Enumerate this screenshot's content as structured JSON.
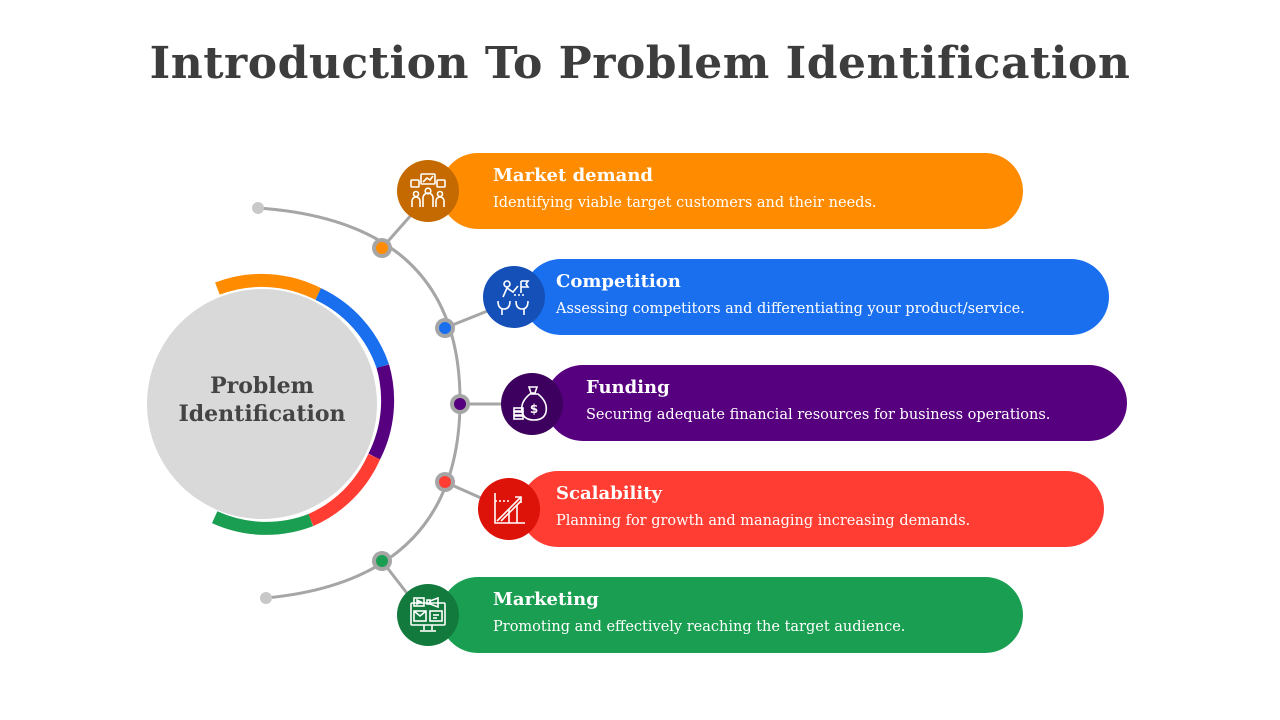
{
  "title": "Introduction To Problem Identification",
  "center": {
    "line1": "Problem",
    "line2": "Identification"
  },
  "items": [
    {
      "title": "Market demand",
      "description": "Identifying viable target customers and their needs.",
      "color": "#FF8C00",
      "icon_color": "#C46A00",
      "icon": "team-analytics-icon"
    },
    {
      "title": "Competition",
      "description": "Assessing competitors and differentiating your product/service.",
      "color": "#1A6FEF",
      "icon_color": "#1450B8",
      "icon": "competition-flag-icon"
    },
    {
      "title": "Funding",
      "description": "Securing adequate financial resources for business operations.",
      "color": "#560080",
      "icon_color": "#3E005E",
      "icon": "money-bag-icon"
    },
    {
      "title": "Scalability",
      "description": "Planning for growth and managing increasing demands.",
      "color": "#FF3D33",
      "icon_color": "#DD1208",
      "icon": "growth-chart-icon"
    },
    {
      "title": "Marketing",
      "description": "Promoting and effectively reaching the target audience.",
      "color": "#1A9E52",
      "icon_color": "#137A3E",
      "icon": "digital-marketing-icon"
    }
  ]
}
